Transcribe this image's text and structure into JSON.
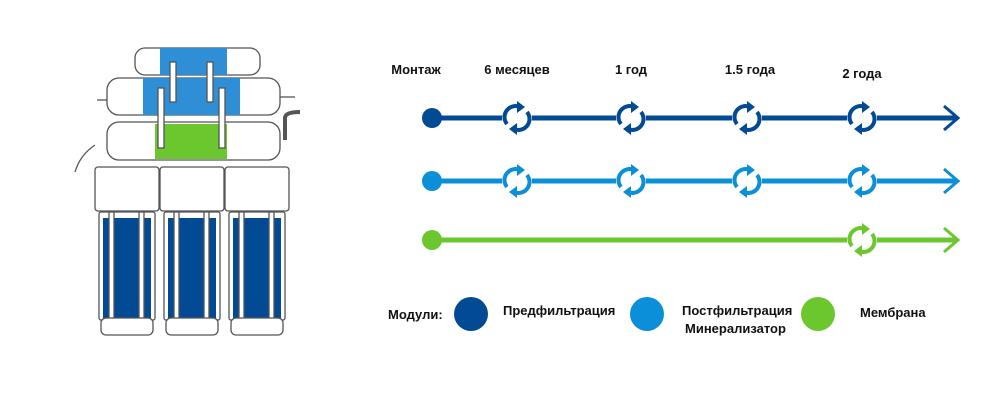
{
  "timeline": {
    "start_label": "Монтаж",
    "milestones": [
      "6 месяцев",
      "1 год",
      "1.5 года",
      "2 года"
    ]
  },
  "rows": [
    {
      "module": "Предфильтрация",
      "color": "#034a94",
      "replace_at": [
        0,
        1,
        2,
        3
      ]
    },
    {
      "module": "Постфильтрация Минерализатор",
      "color": "#0a8fd8",
      "replace_at": [
        0,
        1,
        2,
        3
      ]
    },
    {
      "module": "Мембрана",
      "color": "#6cc72e",
      "replace_at": [
        3
      ]
    }
  ],
  "legend": {
    "title": "Модули:",
    "items": [
      {
        "line1": "Предфильтрация",
        "line2": "",
        "color": "#034a94"
      },
      {
        "line1": "Постфильтрация",
        "line2": "Минерализатор",
        "color": "#0a8fd8"
      },
      {
        "line1": "Мембрана",
        "line2": "",
        "color": "#6cc72e"
      }
    ]
  },
  "icons": {
    "milestone": "refresh-cycle-icon",
    "end": "arrow-right-icon"
  }
}
